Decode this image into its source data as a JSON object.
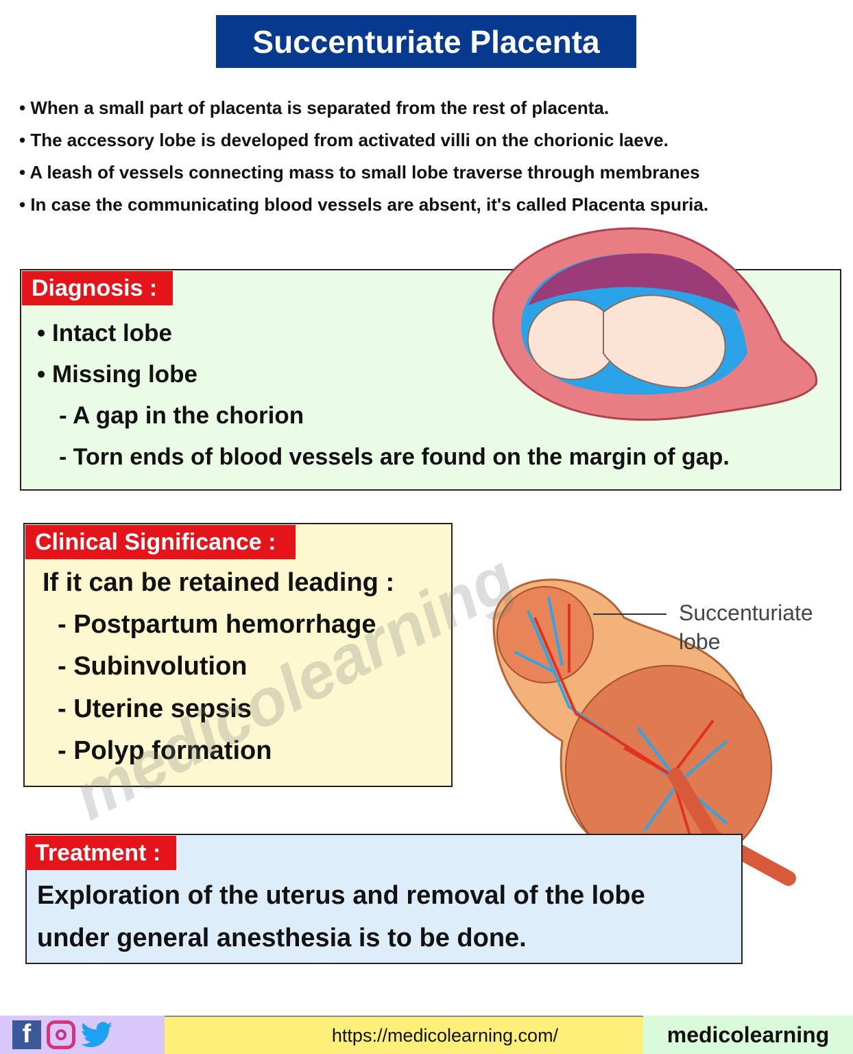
{
  "title": "Succenturiate Placenta",
  "intro": [
    "• When a small part of placenta is separated from the rest of placenta.",
    "• The accessory lobe is developed from activated villi on the chorionic laeve.",
    "• A leash of vessels connecting mass to small lobe traverse through membranes",
    "• In case the communicating blood vessels are absent, it's called Placenta spuria."
  ],
  "diagnosis": {
    "label": "Diagnosis :",
    "items": [
      "• Intact lobe",
      "• Missing lobe",
      "- A gap in the chorion",
      "- Torn ends of blood vessels are found on the margin of gap."
    ]
  },
  "clinical": {
    "label": "Clinical Significance :",
    "intro": "If it can be retained leading :",
    "items": [
      "-  Postpartum hemorrhage",
      "-  Subinvolution",
      "- Uterine sepsis",
      "- Polyp formation"
    ]
  },
  "treatment": {
    "label": "Treatment :",
    "lines": [
      "Exploration of the uterus and removal of the lobe",
      "under general anesthesia is to be done."
    ]
  },
  "figure_label": [
    "Succenturiate",
    "lobe"
  ],
  "watermark": "medicolearning",
  "footer": {
    "url": "https://medicolearning.com/",
    "brand": "medicolearning",
    "icons": [
      "facebook-icon",
      "instagram-icon",
      "twitter-icon"
    ]
  },
  "colors": {
    "title_bg": "#073a8e",
    "tab_red": "#e5141b",
    "diagnosis_bg": "#ebfce6",
    "clinical_bg": "#fdf8d0",
    "treatment_bg": "#deedfa"
  }
}
